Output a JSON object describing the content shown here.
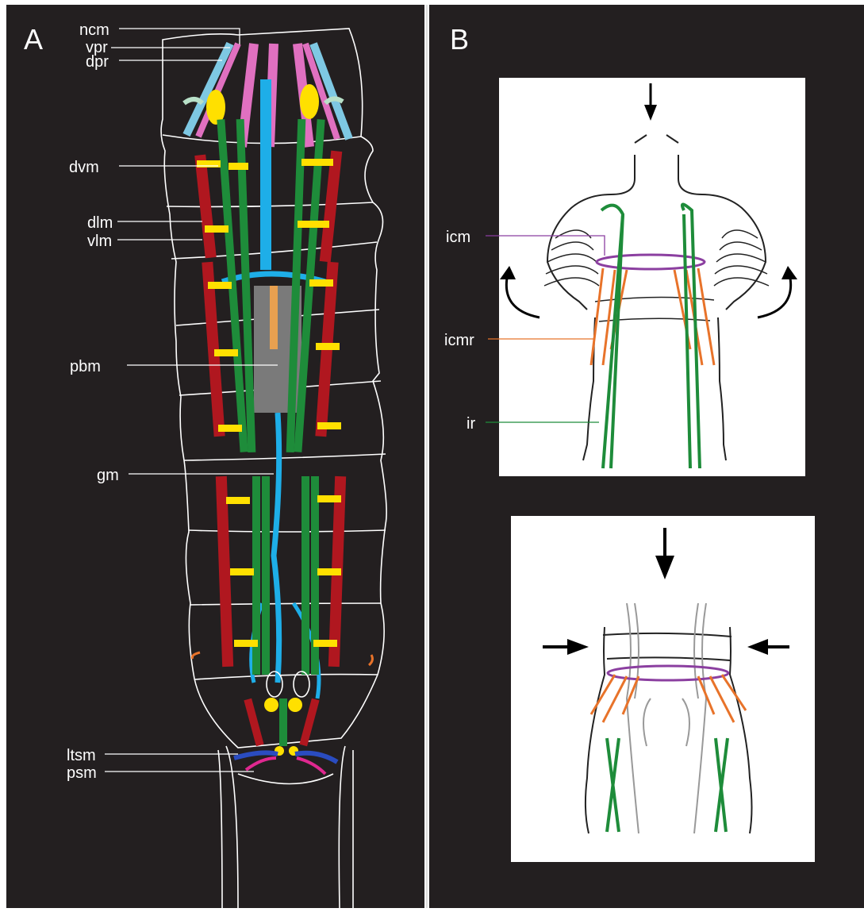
{
  "panels": {
    "a": {
      "letter": "A",
      "labels": {
        "ncm": "ncm",
        "vpr": "vpr",
        "dpr": "dpr",
        "dvm": "dvm",
        "dlm": "dlm",
        "vlm": "vlm",
        "pbm": "pbm",
        "gm": "gm",
        "ltsm": "ltsm",
        "psm": "psm"
      }
    },
    "b": {
      "letter": "B",
      "labels": {
        "icm": "icm",
        "icmr": "icmr",
        "ir": "ir"
      }
    }
  },
  "colors": {
    "background": "#231f20",
    "outline": "#ffffff",
    "icm": "#8b3fa0",
    "icmr": "#e8732a",
    "ir": "#1e8c3a",
    "dvm": "#ffe000",
    "vlm": "#b0171f",
    "gut_blue": "#1eaee8",
    "pbm_gray": "#7a7a7a",
    "vpr_pink": "#e070c0",
    "dpr_lightblue": "#7ec8e3"
  }
}
